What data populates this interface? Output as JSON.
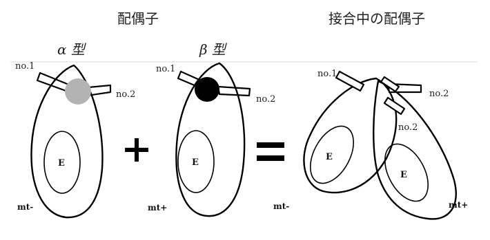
{
  "headings": {
    "gametes": "配偶子",
    "conjugating": "接合中の配偶子"
  },
  "types": {
    "alpha": "α 型",
    "beta": "β 型"
  },
  "labels": {
    "flagellum_1": "no.1",
    "flagellum_2": "no.2",
    "eyespot": "E",
    "mt_minus": "mt-",
    "mt_plus": "mt+"
  },
  "operators": {
    "plus": "+",
    "equals": "="
  },
  "colors": {
    "alpha_spot": "#b3b3b3",
    "beta_spot": "#000000"
  }
}
